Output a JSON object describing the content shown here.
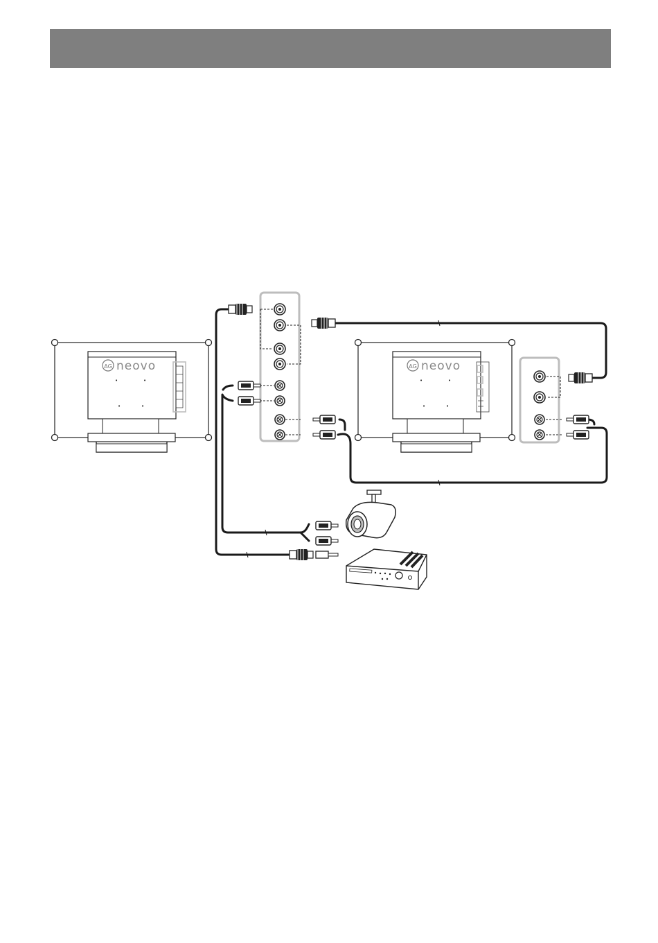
{
  "header": {
    "title": ""
  },
  "diagram": {
    "monitor_left": {
      "brand": "neovo",
      "badge": "AG"
    },
    "monitor_right": {
      "brand": "neovo",
      "badge": "AG"
    },
    "colors": {
      "cable": "#1a1a1a",
      "panel_outline": "#bdbdbd",
      "header_bg": "#7f7f7f"
    },
    "devices": [
      "camera-icon",
      "dvr-recorder-icon",
      "bnc-connector-icon",
      "rca-connector-icon"
    ]
  }
}
